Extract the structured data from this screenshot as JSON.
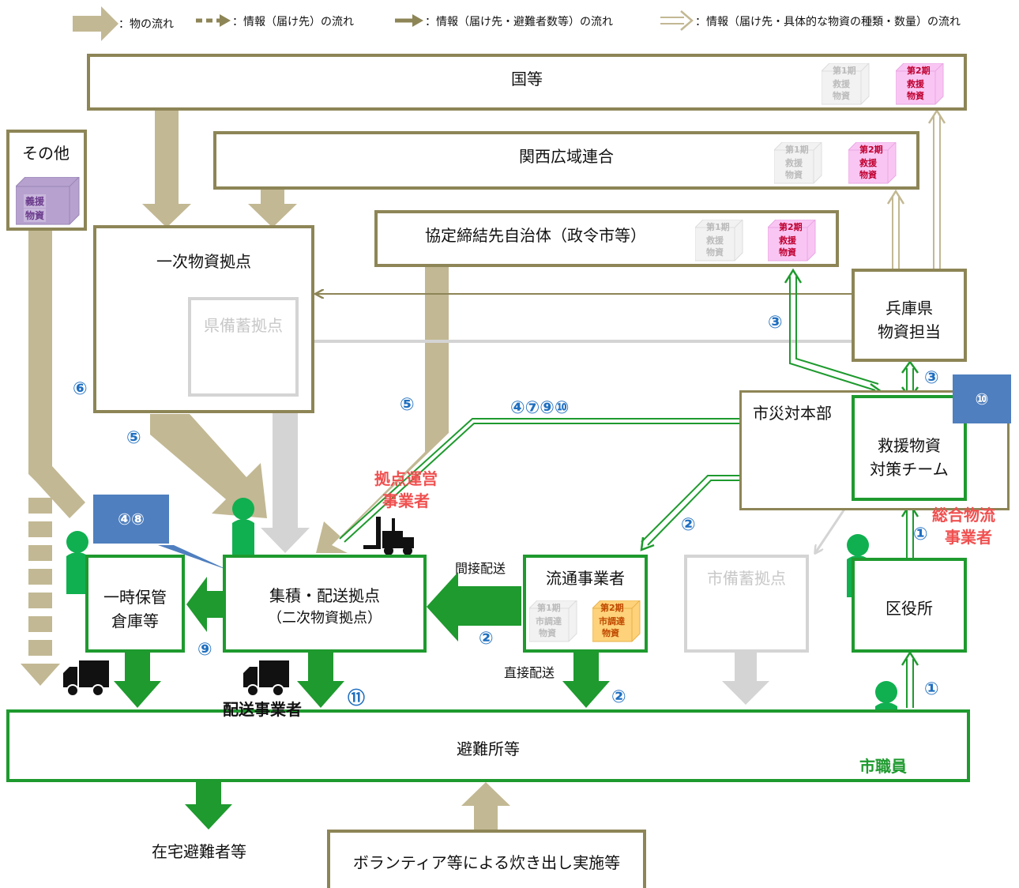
{
  "legend": {
    "goods_flow": "：物の流れ",
    "info_dest": "：情報（届け先）の流れ",
    "info_dest_count": "：情報（届け先・避難者数等）の流れ",
    "info_dest_detail": "：情報（届け先・具体的な物資の種類・数量）の流れ"
  },
  "nodes": {
    "kuni": "国等",
    "kansai": "関西広域連合",
    "kyotei": "協定締結先自治体（政令市等）",
    "sonota": "その他",
    "ichiji": "一次物資拠点",
    "ken_bichiku": "県備蓄拠点",
    "hyogo_l1": "兵庫県",
    "hyogo_l2": "物資担当",
    "saitai": "市災対本部",
    "kyuen_l1": "救援物資",
    "kyuen_l2": "対策チーム",
    "ryutsu": "流通事業者",
    "shi_bichiku": "市備蓄拠点",
    "kuyakusho": "区役所",
    "hokan_l1": "一時保管",
    "hokan_l2": "倉庫等",
    "shuseki_l1": "集積・配送拠点",
    "shuseki_l2": "（二次物資拠点）",
    "hinanjo": "避難所等",
    "zaitaku": "在宅避難者等",
    "volunteer": "ボランティア等による炊き出し実施等"
  },
  "cubes": {
    "phase1": "第1期",
    "phase2": "第2期",
    "kyuen": "救援",
    "busshi": "物資",
    "gien": "義援",
    "shichotatsu": "市調達"
  },
  "actors": {
    "kyoten_unei_l1": "拠点運営",
    "kyoten_unei_l2": "事業者",
    "sogo_l1": "総合物流",
    "sogo_l2": "事業者",
    "haiso": "配送事業者",
    "shokuin": "市職員"
  },
  "flow_labels": {
    "kansetsu": "間接配送",
    "chokusetsu": "直接配送"
  },
  "numbers": {
    "n1": "①",
    "n2": "②",
    "n3": "③",
    "n5": "⑤",
    "n6": "⑥",
    "n9": "⑨",
    "n10": "⑩",
    "n11": "⑪",
    "n4_7_9_10": "④⑦⑨⑩",
    "n4_8": "④⑧"
  },
  "colors": {
    "olive": "#8d8556",
    "goods_arrow": "#c2b893",
    "green": "#1e9a2e",
    "grey": "#d4d4d4",
    "blue_number": "#1f6fc0",
    "red_label": "#f05050",
    "callout": "#4f7fbf",
    "pink_cube": "#f9c6f3",
    "purple_cube": "#b7a2cf",
    "orange_cube": "#fdd27a"
  }
}
